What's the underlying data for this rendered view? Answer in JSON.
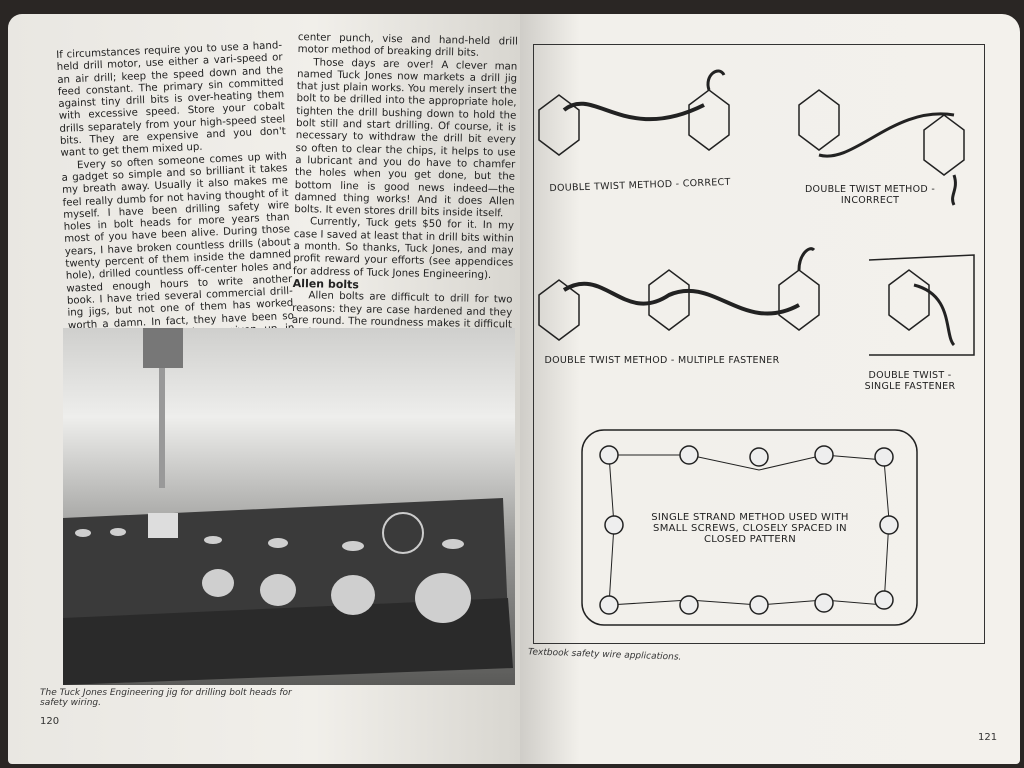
{
  "left_page": {
    "column1": [
      "If circumstances require you to use a hand-held drill motor, use either a vari-speed or an air drill; keep the speed down and the feed constant. The primary sin committed against tiny drill bits is over-heating them with excessive speed. Store your cobalt drills separately from your high-speed steel bits. They are expensive and you don't want to get them mixed up.",
      "Every so often someone comes up with a gadget so simple and so brilliant it takes my breath away. Usually it also makes me feel really dumb for not having thought of it myself. I have been drilling safety wire holes in bolt heads for more years than most of you have been alive. During those years, I have broken countless drills (about twenty percent of them inside the damned hole), drilled countless off-center holes and wasted enough hours to write another book. I have tried several commercial drill-ing jigs, but not one of them has worked worth a damn. In fact, they have been so useless that I have always given up in disgust and gone back to the time-honored center punch, vise and drill press (or"
    ],
    "column2": [
      "center punch, vise and hand-held drill motor method of breaking drill bits.",
      "Those days are over! A clever man named Tuck Jones now markets a drill jig that just plain works. You merely insert the bolt to be drilled into the appropriate hole, tighten the drill bushing down to hold the bolt still and start drilling. Of course, it is necessary to withdraw the drill bit every so often to clear the chips, it helps to use a lubricant and you do have to chamfer the holes when you get done, but the bottom line is good news indeed—the damned thing works! And it does Allen bolts. It even stores drill bits inside itself.",
      "Currently, Tuck gets $50 for it. In my case I saved at least that in drill bits within a month. So thanks, Tuck Jones, and may profit reward your efforts (see appendices for address of Tuck Jones Engineering)."
    ],
    "heading": "Allen bolts",
    "column2_after": "Allen bolts are difficult to drill for two reasons: they are case hardened and they are round. The roundness makes it difficult both to start the drill bit",
    "caption": "The Tuck Jones Engineering jig for drilling bolt heads for safety wiring.",
    "page_number": "120"
  },
  "right_page": {
    "labels": {
      "correct": "DOUBLE TWIST METHOD - CORRECT",
      "incorrect": "DOUBLE TWIST METHOD - INCORRECT",
      "multiple": "DOUBLE TWIST METHOD - MULTIPLE FASTENER",
      "single": "DOUBLE TWIST - SINGLE FASTENER",
      "strand": "SINGLE STRAND METHOD USED WITH SMALL SCREWS, CLOSELY SPACED IN CLOSED PATTERN"
    },
    "caption": "Textbook safety wire applications.",
    "page_number": "121"
  }
}
